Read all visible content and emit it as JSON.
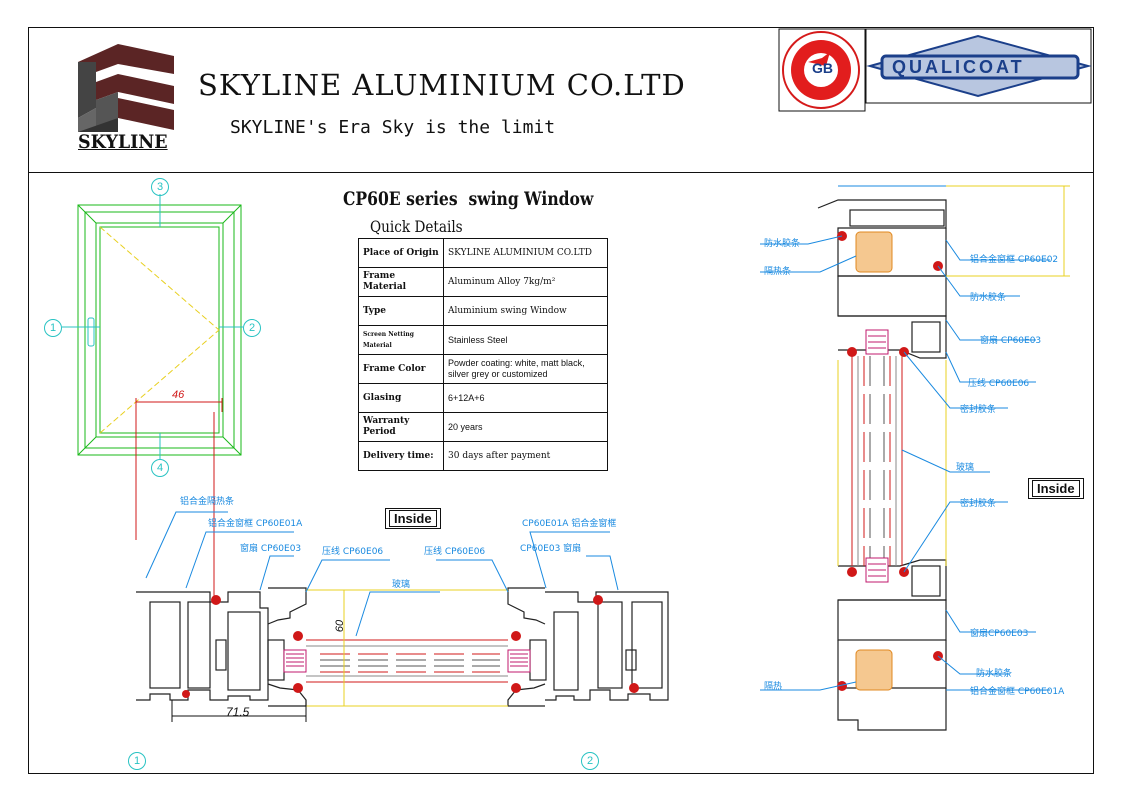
{
  "header": {
    "company_name": "SKYLINE ALUMINIUM CO.LTD",
    "slogan": "SKYLINE's Era  Sky is the limit",
    "logo_word": "SKYLINE",
    "qualicoat": "QUALICOAT",
    "gd_badge": "GB"
  },
  "title": "CP60E series  swing Window",
  "subtitle": "Quick Details",
  "details": [
    {
      "key": "Place of Origin",
      "value": "SKYLINE ALUMINIUM CO.LTD"
    },
    {
      "key": "Frame Material",
      "value": "Aluminum Alloy 7kg/m²"
    },
    {
      "key": "Type",
      "value": "Aluminium swing Window"
    },
    {
      "key": "Screen Netting Material",
      "value": "Stainless Steel"
    },
    {
      "key": "Frame Color",
      "value": "Powder coating: white, matt black, silver grey or customized"
    },
    {
      "key": "Glasing",
      "value": "6+12A+6"
    },
    {
      "key": "Warranty Period",
      "value": "20 years"
    },
    {
      "key": "Delivery time:",
      "value": "30 days after payment"
    }
  ],
  "labels": {
    "inside": "Inside",
    "dim_46": "46",
    "dim_60": "60",
    "dim_715": "71.5",
    "elev_1": "1",
    "elev_2": "2",
    "elev_3": "3",
    "elev_4": "4",
    "section_1": "1",
    "section_2": "2"
  },
  "annotations": {
    "h_left_top": "铝合金隔热条",
    "h_frame_left": "铝合金窗框 CP60E01A",
    "h_sash_left": "窗扇 CP60E03",
    "h_bead_left": "压线 CP60E06",
    "h_bead_right": "压线 CP60E06",
    "h_frame_right": "CP60E01A 铝合金窗框",
    "h_sash_right": "CP60E03 窗扇",
    "h_glass": "玻璃",
    "v_seal_top": "防水胶条",
    "v_strip_top": "隔热条",
    "v_frame_top": "铝合金窗框 CP60E02",
    "v_seal2": "防水胶条",
    "v_sash": "窗扇 CP60E03",
    "v_bead": "压线 CP60E06",
    "v_glass_seal": "密封胶条",
    "v_glass": "玻璃",
    "v_glass_seal2": "密封胶条",
    "v_sash_bottom": "窗扇CP60E03",
    "v_strip_bottom": "隔热",
    "v_seal_bottom": "防水胶条",
    "v_frame_bottom": "铝合金窗框 CP60E01A"
  },
  "colors": {
    "section_line": "#222222",
    "seal_red": "#d01818",
    "glass_magenta": "#c0186c",
    "dim_yellow": "#e8d020",
    "annotation_blue": "#1a8ae0",
    "elevation_green": "#18b818",
    "callout_cyan": "#29c3c3"
  }
}
